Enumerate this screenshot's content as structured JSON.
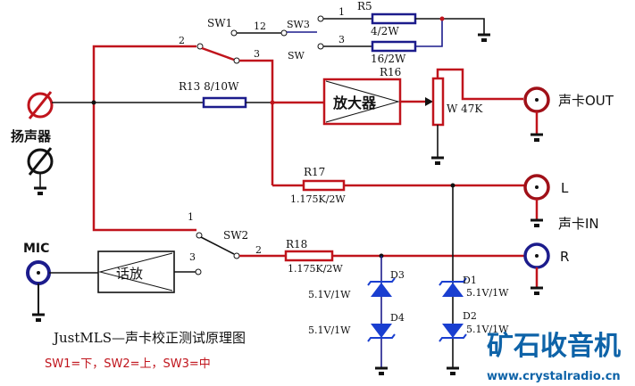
{
  "diagram": {
    "title": "JustMLS—声卡校正测试原理图",
    "note": "SW1=下，SW2=上，SW3=中",
    "speaker_label": "扬声器",
    "mic_label": "MIC",
    "amp_label": "放大器",
    "mic_amp_label": "话放",
    "switches": {
      "sw1": "SW1",
      "sw1_pin2": "2",
      "sw1_pin3": "3",
      "sw1_pin12": "12",
      "sw3": "SW3",
      "sw3_pin1": "1",
      "sw3_pin3": "3",
      "sw_label": "SW",
      "sw2": "SW2",
      "sw2_pin1": "1",
      "sw2_pin2": "2",
      "sw2_pin3": "3"
    },
    "resistors": {
      "r5": "R5",
      "r5_upper": "4/2W",
      "r5_lower": "16/2W",
      "r13": "R13 8/10W",
      "r16": "R16",
      "pot": "W 47K",
      "r17": "R17",
      "r17_value": "1.175K/2W",
      "r18": "R18",
      "r18_value": "1.175K/2W"
    },
    "diodes": {
      "d1": "D1",
      "d1_value": "5.1V/1W",
      "d2": "D2",
      "d2_value": "5.1V/1W",
      "d3": "D3",
      "d3_value": "5.1V/1W",
      "d4": "D4",
      "d4_value": "5.1V/1W"
    },
    "connectors": {
      "out": "声卡OUT",
      "l": "L",
      "in": "声卡IN",
      "r": "R"
    },
    "colors": {
      "wire_red": "#c0141c",
      "component_blue": "#1c1c8c",
      "diode_blue": "#1a3fd0",
      "logo": "#0e63a8"
    }
  },
  "watermark": {
    "logo": "矿石收音机",
    "url": "www.crystalradio.cn"
  }
}
